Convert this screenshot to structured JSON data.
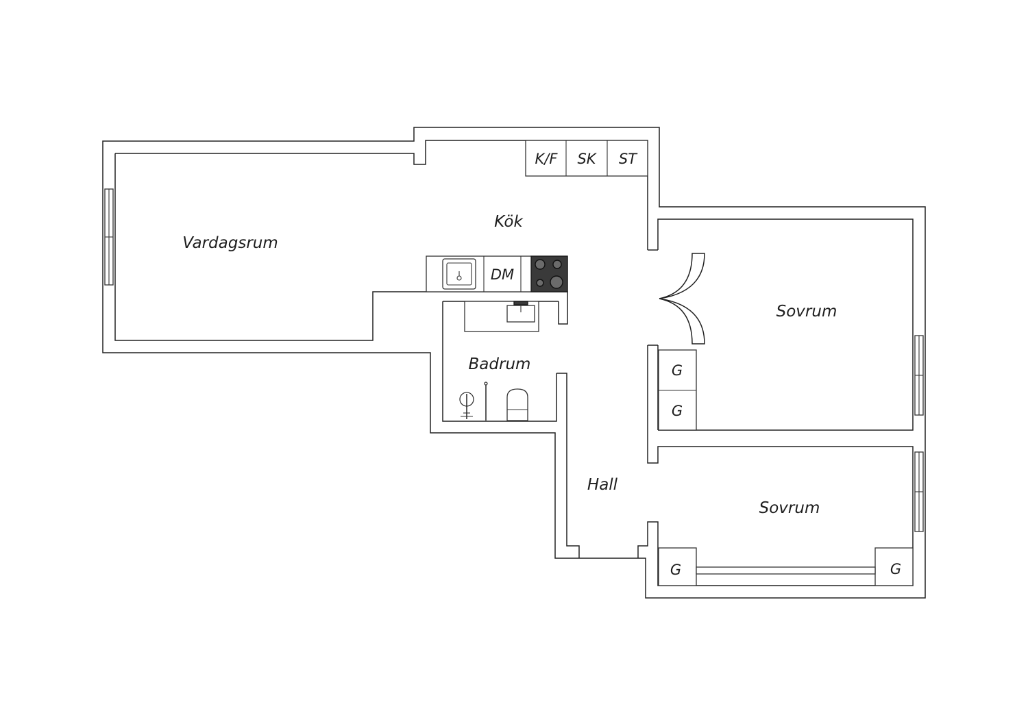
{
  "floorplan": {
    "rooms": {
      "vardagsrum": "Vardagsrum",
      "kok": "Kök",
      "badrum": "Badrum",
      "hall": "Hall",
      "sovrum_1": "Sovrum",
      "sovrum_2": "Sovrum"
    },
    "fixtures": {
      "kyl_frys": "K/F",
      "skap": "SK",
      "stad": "ST",
      "diskmaskin": "DM",
      "garderob_1": "G",
      "garderob_2": "G",
      "garderob_3": "G",
      "garderob_4": "G"
    },
    "colors": {
      "wall": "#222222",
      "background": "#ffffff",
      "stove": "#3a3a3a"
    },
    "icons": [
      "sink-icon",
      "stove-icon",
      "washbasin-icon",
      "shower-icon",
      "toilet-icon",
      "window-icon",
      "door-swing-icon"
    ]
  }
}
